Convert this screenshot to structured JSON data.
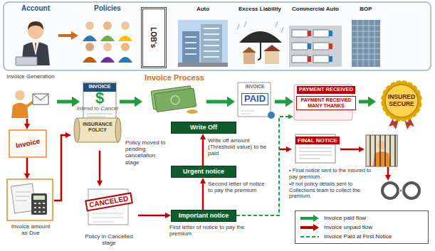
{
  "diagram": {
    "nodes": [
      {
        "text": [
          "Account"
        ]
      },
      {
        "text": [
          "Policies"
        ]
      },
      {
        "text": [
          "LOB's"
        ]
      },
      {
        "text": [
          "Auto"
        ]
      },
      {
        "text": [
          "Excess Liability"
        ]
      },
      {
        "text": [
          "Commercial Auto"
        ]
      },
      {
        "text": [
          "BOP"
        ]
      },
      {
        "text": [
          "Invoice Generation"
        ]
      },
      {
        "text": [
          "INVOICE",
          "$"
        ]
      },
      {
        "text": [
          "Invoice Process"
        ]
      },
      {
        "text": [
          "INVOICE",
          "PAID"
        ]
      },
      {
        "text": [
          "PAYMENT RECEIVED",
          "PAYMENT RECEIVED MANY THANKS"
        ]
      },
      {
        "text": [
          "INSURED SECURE"
        ]
      },
      {
        "text": [
          "Invoice"
        ]
      },
      {
        "text": [
          "Invoice amount as Due"
        ]
      },
      {
        "text": [
          "Intend to Cancel",
          "INSURANCE POLICY"
        ]
      },
      {
        "text": [
          "CANCELED",
          "Policy in Cancelled stage"
        ]
      },
      {
        "text": [
          "Important notice"
        ]
      },
      {
        "text": [
          "Urgent notice"
        ]
      },
      {
        "text": [
          "Write Off"
        ]
      },
      {
        "text": [
          "FINAL NOTICE"
        ]
      }
    ],
    "edges": [
      {
        "from": 0,
        "to": 1,
        "arrow": "to"
      },
      {
        "from": 7,
        "to": 8,
        "arrow": "to"
      },
      {
        "from": 8,
        "to": 9,
        "arrow": "to"
      },
      {
        "from": 9,
        "to": 10,
        "arrow": "to"
      },
      {
        "from": 10,
        "to": 11,
        "arrow": "to"
      },
      {
        "from": 11,
        "to": 12,
        "arrow": "to"
      },
      {
        "from": 7,
        "to": 13,
        "arrow": "to"
      },
      {
        "from": 13,
        "to": 14,
        "arrow": "to"
      },
      {
        "from": 14,
        "to": 15,
        "arrow": "to"
      },
      {
        "from": 15,
        "to": 16,
        "arrow": "to"
      },
      {
        "from": 16,
        "to": 17,
        "arrow": "to"
      },
      {
        "from": 17,
        "to": 18,
        "arrow": "to"
      },
      {
        "from": 18,
        "to": 19,
        "arrow": "to"
      },
      {
        "from": 17,
        "to": 11,
        "arrow": "to"
      }
    ],
    "labels": [
      "Policy moved to pending cancellation stage",
      "Write off amount (Threshold value) to be paid",
      "Second letter of notice to pay the premium",
      "First letter of notice to pay the premium",
      "• Final notice sent to the insured to pay premium.",
      "•If not policy details sent to Collections team to collect the premium."
    ],
    "legend": [
      {
        "text": "Invoice paid flow",
        "color": "#1e9e3c"
      },
      {
        "text": "Invoice unpaid flow",
        "color": "#c00000"
      },
      {
        "text": "Invoice Paid at First Notice"
      }
    ]
  }
}
